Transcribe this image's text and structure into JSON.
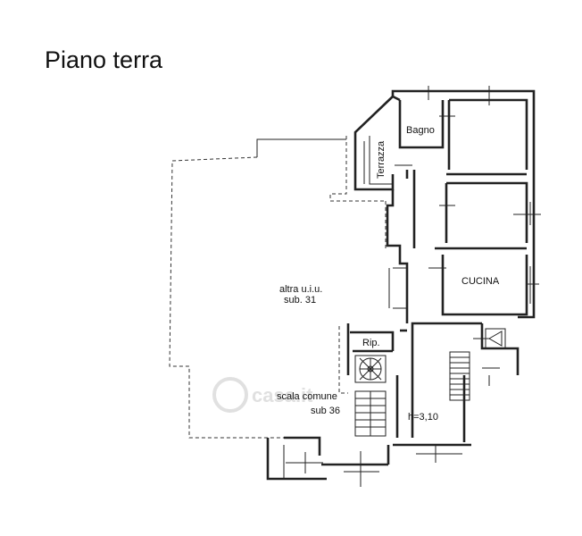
{
  "title": "Piano terra",
  "rooms": {
    "bagno": "Bagno",
    "terrazza": "Terrazza",
    "cucina": "CUCINA",
    "altra_line1": "altra u.i.u.",
    "altra_line2": "sub. 31",
    "rip": "Rip.",
    "scala_line1": "scala comune",
    "scala_line2": "sub 36",
    "height": "h=3,10"
  },
  "watermark": "casa.it"
}
